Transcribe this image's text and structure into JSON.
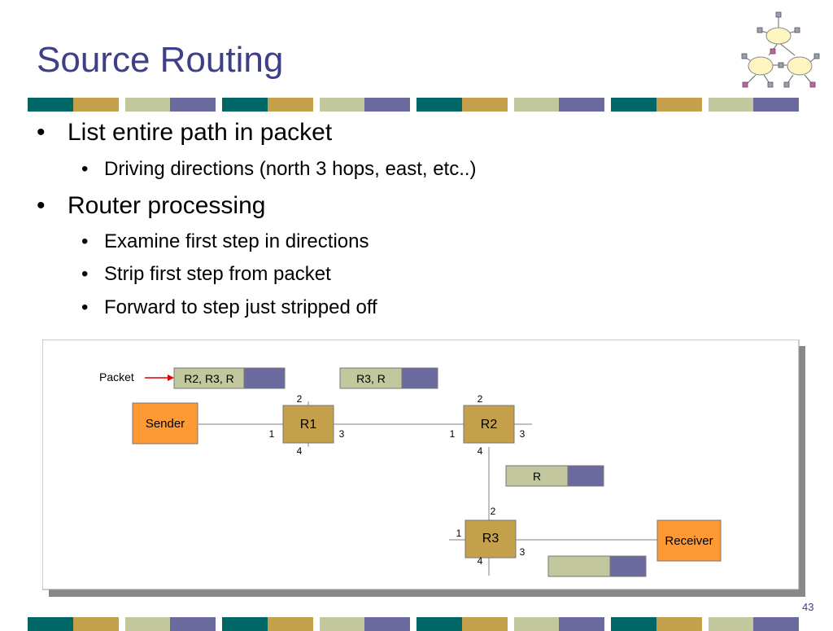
{
  "slide": {
    "title": "Source Routing",
    "page_number": "43",
    "bullets": [
      {
        "text": "List entire path in packet",
        "sub": [
          "Driving directions (north 3 hops, east, etc..)"
        ]
      },
      {
        "text": "Router processing",
        "sub": [
          "Examine first step in directions",
          "Strip first step from packet",
          "Forward to step just stripped off"
        ]
      }
    ]
  },
  "diagram": {
    "packet_label": "Packet",
    "packets": [
      "R2, R3, R",
      "R3, R",
      "R",
      ""
    ],
    "sender": "Sender",
    "receiver": "Receiver",
    "routers": [
      {
        "name": "R1",
        "ports": [
          "2",
          "1",
          "3",
          "4"
        ]
      },
      {
        "name": "R2",
        "ports": [
          "2",
          "1",
          "3",
          "4"
        ]
      },
      {
        "name": "R3",
        "ports": [
          "2",
          "1",
          "3",
          "4"
        ]
      }
    ]
  },
  "colors": {
    "title": "#3d3f87",
    "router_fill": "#c4a04a",
    "endpoint_fill": "#ff9933",
    "packet_header": "#c2c79e",
    "packet_body": "#6a6a9f",
    "stripe": [
      "#006666",
      "#c4a04a",
      "#c2c79e",
      "#6a6a9f"
    ]
  }
}
